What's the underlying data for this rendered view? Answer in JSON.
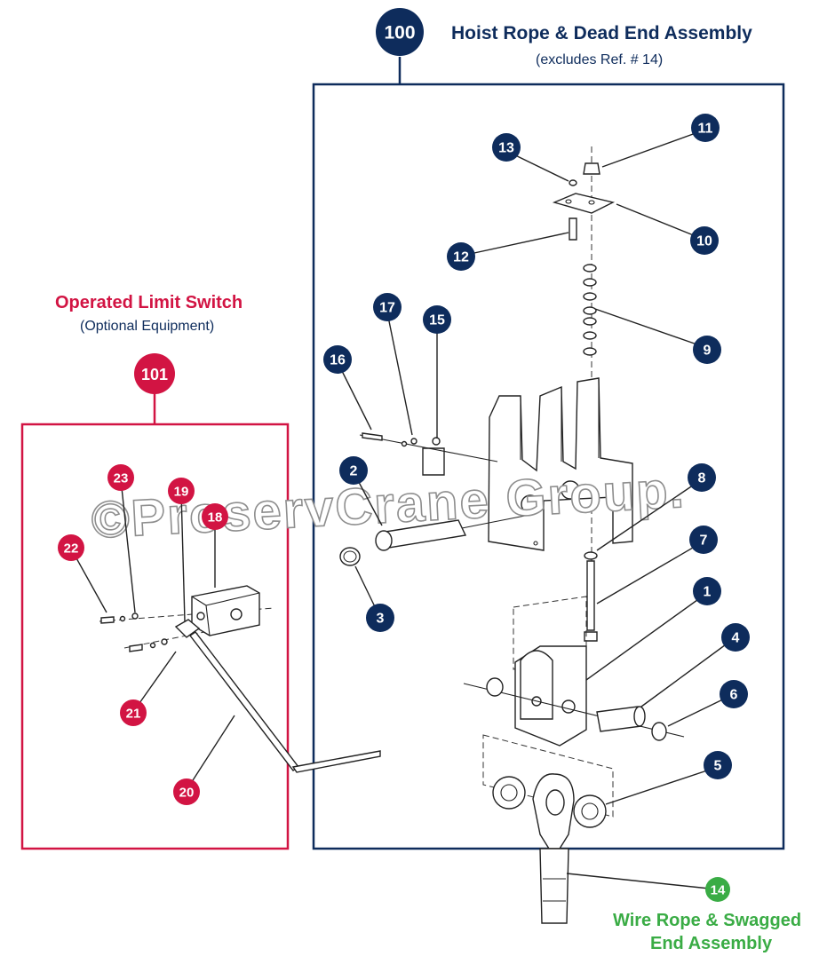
{
  "assembly_100": {
    "badge": "100",
    "title": "Hoist Rope & Dead End Assembly",
    "subtitle": "(excludes Ref. # 14)",
    "color": "#0e2c5c"
  },
  "assembly_101": {
    "badge": "101",
    "title": "Operated Limit Switch",
    "subtitle": "(Optional Equipment)",
    "color": "#d21443"
  },
  "assembly_14": {
    "badge": "14",
    "title_line1": "Wire Rope & Swagged",
    "title_line2": "End Assembly",
    "color": "#3aac45"
  },
  "watermark": "©ProservCrane Group.",
  "navy_callouts": [
    "1",
    "2",
    "3",
    "4",
    "5",
    "6",
    "7",
    "8",
    "9",
    "10",
    "11",
    "12",
    "13",
    "15",
    "16",
    "17"
  ],
  "red_callouts": [
    "18",
    "19",
    "20",
    "21",
    "22",
    "23"
  ]
}
